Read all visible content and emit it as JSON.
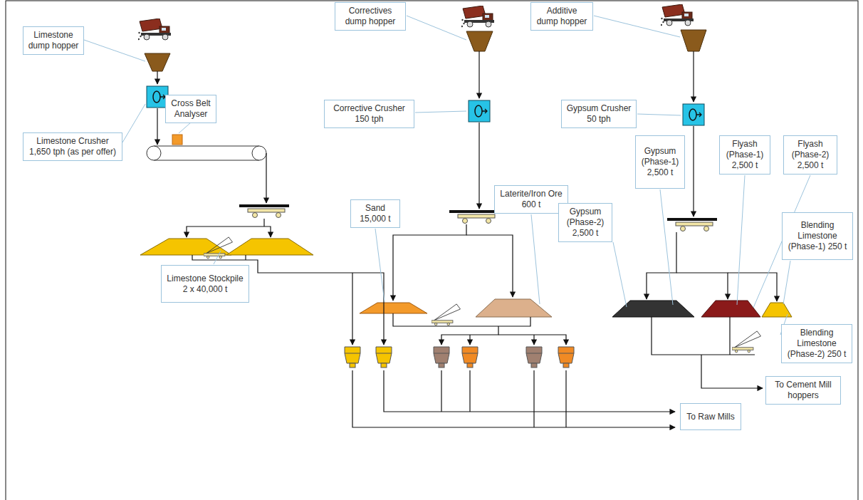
{
  "diagram": {
    "nodes": [
      {
        "text": [
          "Limestone dump hopper"
        ]
      },
      {
        "text": [
          "Limestone Crusher 1,650 tph (as per offer)"
        ]
      },
      {
        "text": [
          "Cross Belt Analyser"
        ]
      },
      {
        "text": [
          "Limestone Stockpile 2 x 40,000 t"
        ]
      },
      {
        "text": [
          "Correctives dump hopper"
        ]
      },
      {
        "text": [
          "Corrective Crusher 150 tph"
        ]
      },
      {
        "text": [
          "Sand 15,000 t"
        ]
      },
      {
        "text": [
          "Laterite/Iron Ore 600 t"
        ]
      },
      {
        "text": [
          "Additive dump hopper"
        ]
      },
      {
        "text": [
          "Gypsum Crusher 50 tph"
        ]
      },
      {
        "text": [
          "Gypsum (Phase-1) 2,500 t"
        ]
      },
      {
        "text": [
          "Flyash (Phase-1) 2,500 t"
        ]
      },
      {
        "text": [
          "Flyash (Phase-2) 2,500 t"
        ]
      },
      {
        "text": [
          "Gypsum (Phase-2) 2,500 t"
        ]
      },
      {
        "text": [
          "Blending Limestone (Phase-1) 250 t"
        ]
      },
      {
        "text": [
          "Blending Limestone (Phase-2) 250 t"
        ]
      },
      {
        "text": [
          "To Cement Mill hoppers"
        ]
      },
      {
        "text": [
          "To Raw Mills"
        ]
      }
    ]
  }
}
